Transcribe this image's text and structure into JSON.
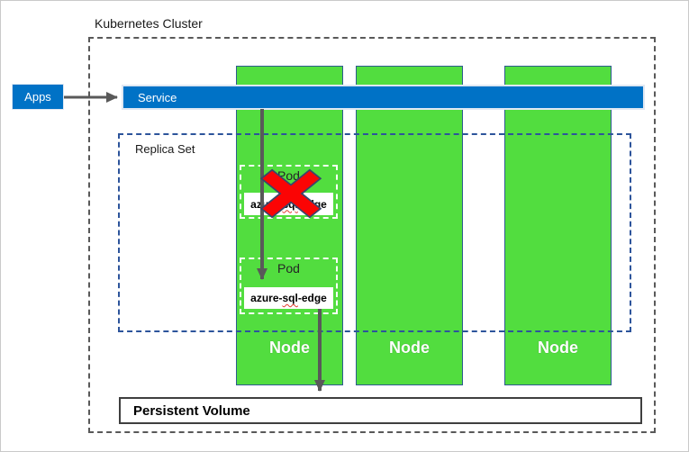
{
  "diagram": {
    "title": "Kubernetes Cluster",
    "apps_label": "Apps",
    "service_label": "Service",
    "replica_set_label": "Replica Set",
    "pods": [
      {
        "label": "Pod",
        "container_parts": [
          "azure-",
          "sql",
          "-edge"
        ],
        "status": "failed"
      },
      {
        "label": "Pod",
        "container_parts": [
          "azure-",
          "sql",
          "-edge"
        ],
        "status": "running"
      }
    ],
    "nodes": [
      {
        "label": "Node"
      },
      {
        "label": "Node"
      },
      {
        "label": "Node"
      }
    ],
    "persistent_volume_label": "Persistent Volume",
    "colors": {
      "accent_blue": "#0072C6",
      "node_green": "#52DD3F",
      "node_border": "#2E5B8F",
      "replica_dash": "#2D549B",
      "cluster_dash": "#595959",
      "arrow_gray": "#595959",
      "fail_red": "#FB0404",
      "fail_outline": "#3A466B"
    }
  }
}
